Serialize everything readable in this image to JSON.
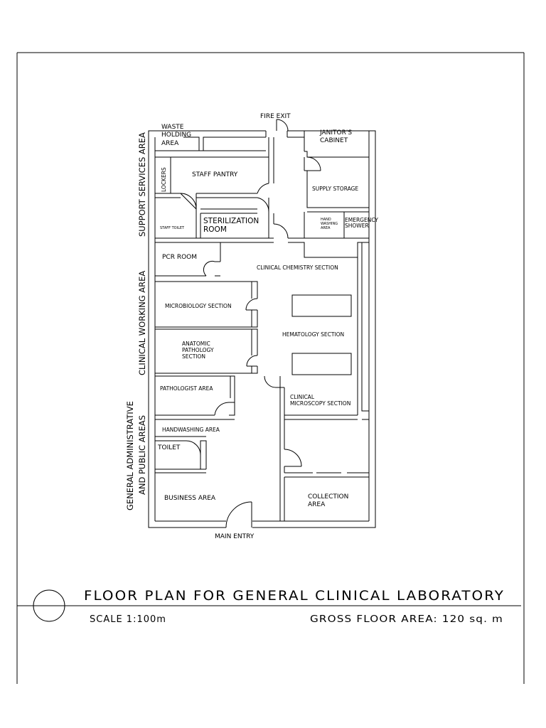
{
  "labels": {
    "fire_exit": "FIRE EXIT",
    "main_entry": "MAIN ENTRY",
    "waste_1": "WASTE",
    "waste_2": "HOLDING",
    "waste_3": "AREA",
    "janitor_1": "JANITOR'S",
    "janitor_2": "CABINET",
    "lockers": "LOCKERS",
    "staff_pantry": "STAFF PANTRY",
    "supply_storage": "SUPPLY STORAGE",
    "staff_toilet": "STAFF TOILET",
    "sterilization_1": "STERILIZATION",
    "sterilization_2": "ROOM",
    "hand_washing_1": "HAND",
    "hand_washing_2": "WASHING",
    "hand_washing_3": "AREA",
    "emergency_1": "EMERGENCY",
    "emergency_2": "SHOWER",
    "pcr_room": "PCR ROOM",
    "clinical_chemistry": "CLINICAL CHEMISTRY SECTION",
    "microbiology": "MICROBIOLOGY SECTION",
    "hematology": "HEMATOLOGY SECTION",
    "anatomic_1": "ANATOMIC",
    "anatomic_2": "PATHOLOGY",
    "anatomic_3": "SECTION",
    "pathologist_area": "PATHOLOGIST AREA",
    "microscopy_1": "CLINICAL",
    "microscopy_2": "MICROSCOPY SECTION",
    "handwashing_area": "HANDWASHING AREA",
    "toilet": "TOILET",
    "business_area": "BUSINESS AREA",
    "collection_1": "COLLECTION",
    "collection_2": "AREA"
  },
  "zones": {
    "support_services": "SUPPORT SERVICES AREA",
    "clinical_working": "CLINICAL WORKING AREA",
    "general_admin_1": "GENERAL ADMINISTRATIVE",
    "general_admin_2": "AND PUBLIC AREAS"
  },
  "title_block": {
    "title": "FLOOR PLAN FOR GENERAL CLINICAL LABORATORY",
    "scale": "SCALE 1:100m",
    "gross_floor_area": "GROSS FLOOR AREA: 120 sq. m"
  }
}
